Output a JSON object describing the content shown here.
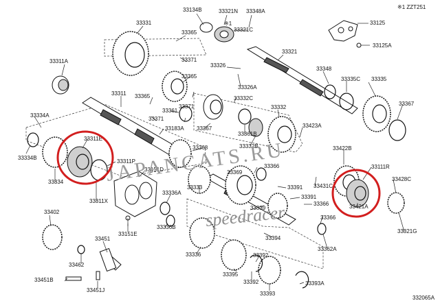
{
  "header": {
    "note": "※1 ZZT251",
    "sub_note": "※1"
  },
  "footer": {
    "code": "332065A"
  },
  "watermark": {
    "text": "JAPANCATS.RU",
    "signature": "speedracer"
  },
  "parts": [
    {
      "id": "p33134B",
      "label": "33134B"
    },
    {
      "id": "p33321N",
      "label": "33321N"
    },
    {
      "id": "p33348A",
      "label": "33348A"
    },
    {
      "id": "p33125",
      "label": "33125"
    },
    {
      "id": "p33321C",
      "label": "33321C"
    },
    {
      "id": "p33331",
      "label": "33331"
    },
    {
      "id": "p33365a",
      "label": "33365"
    },
    {
      "id": "p33125A",
      "label": "33125A"
    },
    {
      "id": "p33321",
      "label": "33321"
    },
    {
      "id": "p33371a",
      "label": "33371"
    },
    {
      "id": "p33311A",
      "label": "33311A"
    },
    {
      "id": "p33326",
      "label": "33326"
    },
    {
      "id": "p33348",
      "label": "33348"
    },
    {
      "id": "p33365b",
      "label": "33365"
    },
    {
      "id": "p33335C",
      "label": "33335C"
    },
    {
      "id": "p33335",
      "label": "33335"
    },
    {
      "id": "p33326A",
      "label": "33326A"
    },
    {
      "id": "p33311",
      "label": "33311"
    },
    {
      "id": "p33365c",
      "label": "33365"
    },
    {
      "id": "p33371b",
      "label": "33371"
    },
    {
      "id": "p33332C",
      "label": "33332C"
    },
    {
      "id": "p33367",
      "label": "33367"
    },
    {
      "id": "p33361",
      "label": "33361"
    },
    {
      "id": "p33371c",
      "label": "33371"
    },
    {
      "id": "p33332",
      "label": "33332"
    },
    {
      "id": "p33334A",
      "label": "33334A"
    },
    {
      "id": "p33183A",
      "label": "33183A"
    },
    {
      "id": "p33367b",
      "label": "33367"
    },
    {
      "id": "p33361B",
      "label": "33361B"
    },
    {
      "id": "p33423A",
      "label": "33423A"
    },
    {
      "id": "p33311E",
      "label": "33311E"
    },
    {
      "id": "p33334B",
      "label": "33334B"
    },
    {
      "id": "p33368",
      "label": "33368"
    },
    {
      "id": "p33332B",
      "label": "33332B"
    },
    {
      "id": "p33422B",
      "label": "33422B"
    },
    {
      "id": "p33311P",
      "label": "33311P"
    },
    {
      "id": "p33151D",
      "label": "33151D"
    },
    {
      "id": "p33369",
      "label": "33369"
    },
    {
      "id": "p33366a",
      "label": "33366"
    },
    {
      "id": "p33111R",
      "label": "33111R"
    },
    {
      "id": "p33334",
      "label": "33334"
    },
    {
      "id": "p33333",
      "label": "33333"
    },
    {
      "id": "p33391a",
      "label": "33391"
    },
    {
      "id": "p33431C",
      "label": "33431C"
    },
    {
      "id": "p33428C",
      "label": "33428C"
    },
    {
      "id": "p33311X",
      "label": "33311X"
    },
    {
      "id": "p33336A",
      "label": "33336A"
    },
    {
      "id": "p33391b",
      "label": "33391"
    },
    {
      "id": "p33366b",
      "label": "33366"
    },
    {
      "id": "p33421A",
      "label": "33421A"
    },
    {
      "id": "p33402",
      "label": "33402"
    },
    {
      "id": "p33339",
      "label": "33339"
    },
    {
      "id": "p33366c",
      "label": "33366"
    },
    {
      "id": "p33336B",
      "label": "33336B"
    },
    {
      "id": "p33151E",
      "label": "33151E"
    },
    {
      "id": "p33321G",
      "label": "33321G"
    },
    {
      "id": "p33451",
      "label": "33451"
    },
    {
      "id": "p33394",
      "label": "33394"
    },
    {
      "id": "p33362A",
      "label": "33362A"
    },
    {
      "id": "p33462",
      "label": "33462"
    },
    {
      "id": "p33336",
      "label": "33336"
    },
    {
      "id": "p33392a",
      "label": "33392"
    },
    {
      "id": "p33395",
      "label": "33395"
    },
    {
      "id": "p33392b",
      "label": "33392"
    },
    {
      "id": "p33451B",
      "label": "33451B"
    },
    {
      "id": "p33451J",
      "label": "33451J"
    },
    {
      "id": "p33393",
      "label": "33393"
    },
    {
      "id": "p33393A",
      "label": "33393A"
    }
  ]
}
